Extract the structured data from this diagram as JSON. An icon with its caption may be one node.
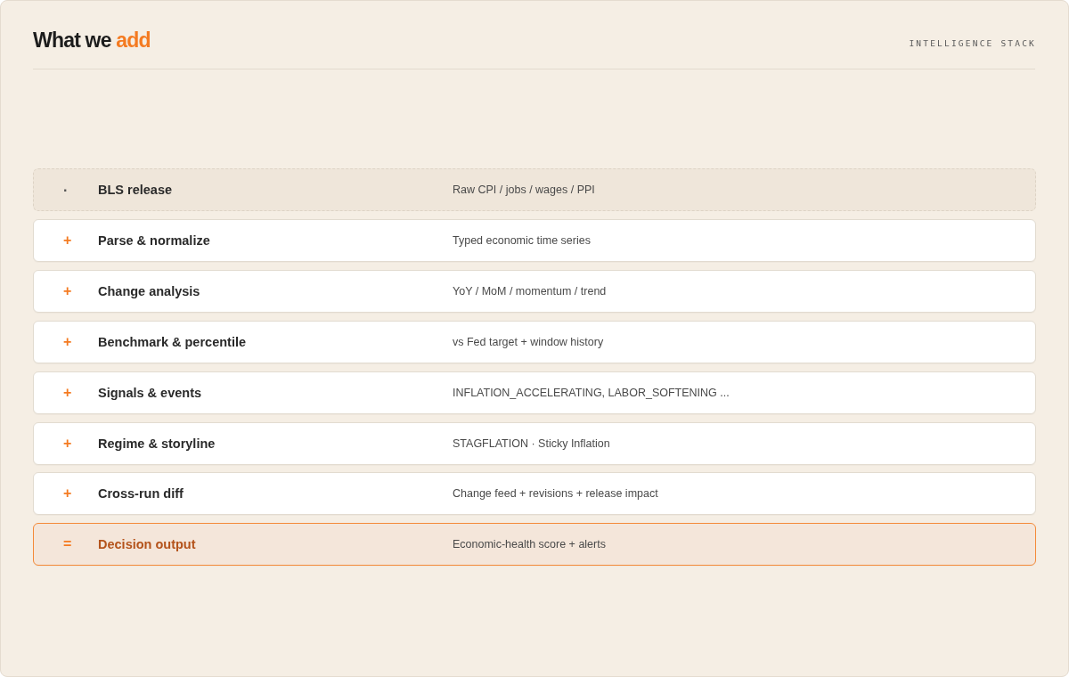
{
  "diagram": {
    "title": "What we add",
    "nodes": [
      {
        "text": [
          ".",
          "BLS release",
          "Raw CPI / jobs / wages / PPI"
        ]
      },
      {
        "text": [
          "+",
          "Parse & normalize",
          "Typed economic time series"
        ]
      },
      {
        "text": [
          "+",
          "Change analysis",
          "YoY / MoM / momentum / trend"
        ]
      },
      {
        "text": [
          "+",
          "Benchmark & percentile",
          "vs Fed target + window history"
        ]
      },
      {
        "text": [
          "+",
          "Signals & events",
          "INFLATION_ACCELERATING, LABOR_SOFTENING ..."
        ]
      },
      {
        "text": [
          "+",
          "Regime & storyline",
          "STAGFLATION · Sticky Inflation"
        ]
      },
      {
        "text": [
          "+",
          "Cross-run diff",
          "Change feed + revisions + release impact"
        ]
      },
      {
        "text": [
          "=",
          "Decision output",
          "Economic-health score + alerts"
        ]
      }
    ],
    "labels": [
      "INTELLIGENCE STACK"
    ]
  }
}
